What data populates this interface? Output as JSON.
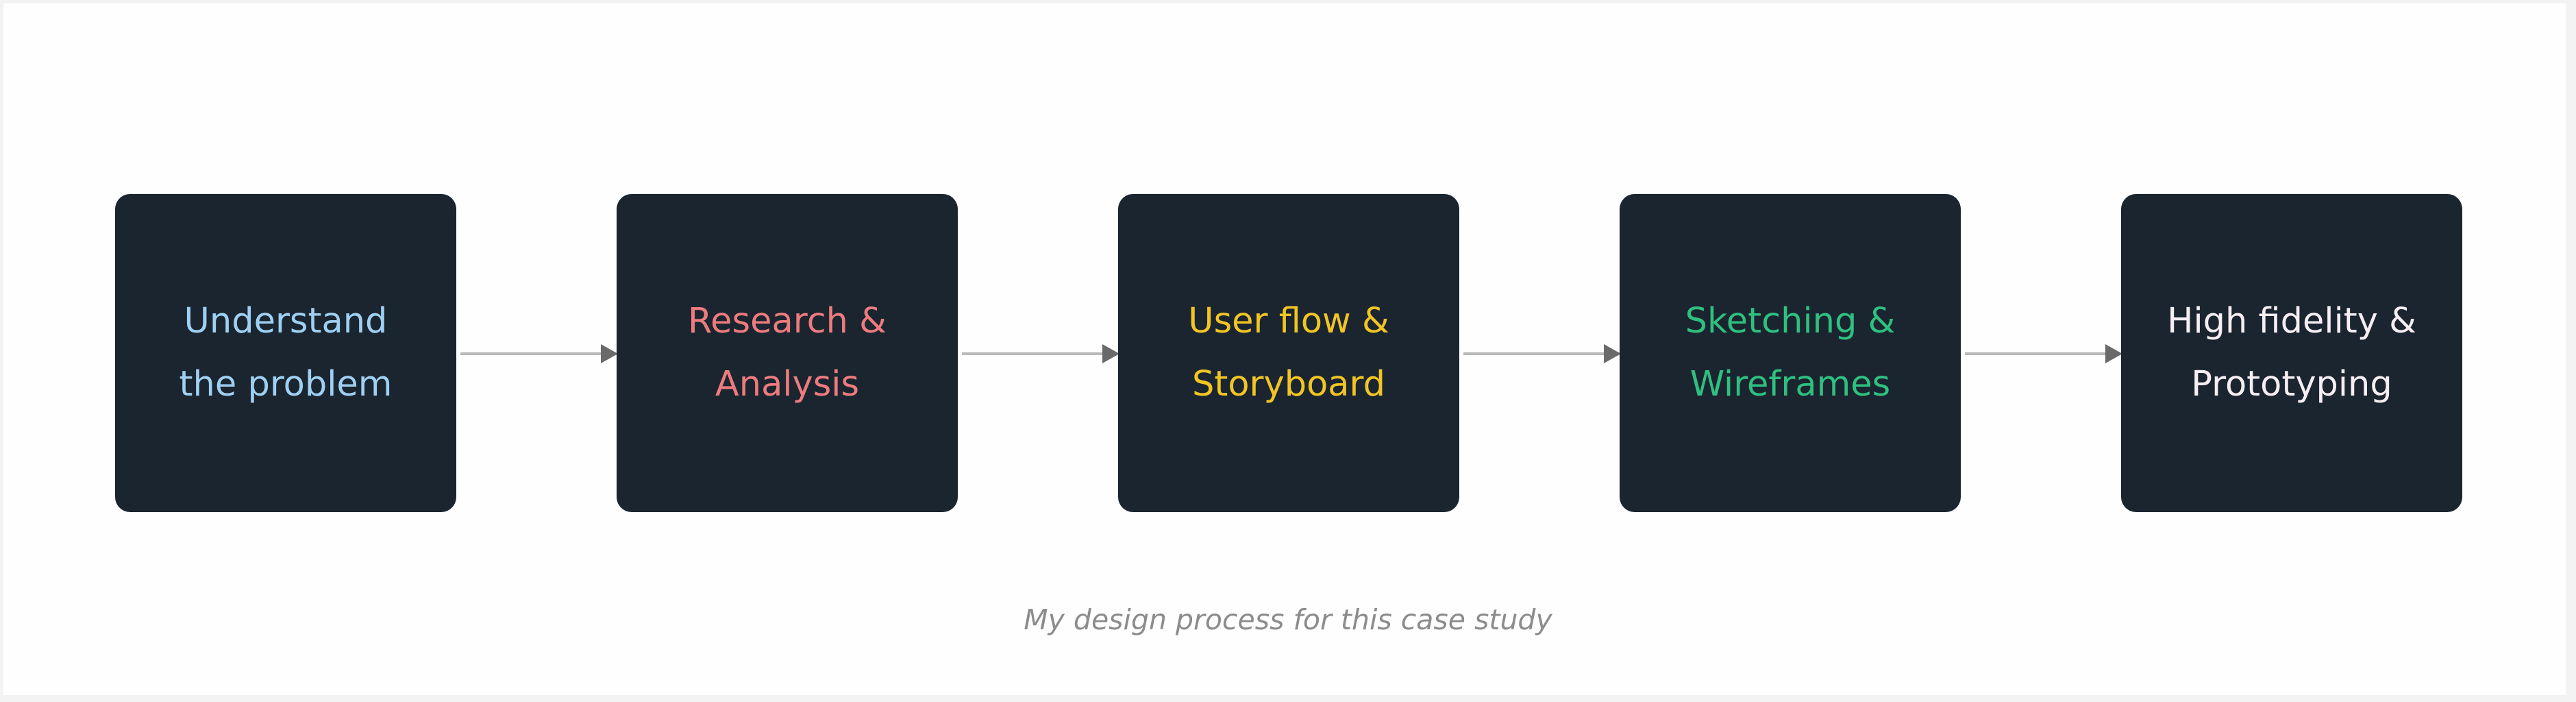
{
  "diagram": {
    "steps": [
      {
        "line1": "Understand",
        "line2": "the problem",
        "color": "#9fd0f3"
      },
      {
        "line1": "Research &",
        "line2": "Analysis",
        "color": "#ee7b7d"
      },
      {
        "line1": "User flow &",
        "line2": "Storyboard",
        "color": "#f2c523"
      },
      {
        "line1": "Sketching &",
        "line2": "Wireframes",
        "color": "#2fc07f"
      },
      {
        "line1": "High fidelity &",
        "line2": "Prototyping",
        "color": "#f6eef2"
      }
    ],
    "box_color": "#1a2530",
    "connector_color": "#6a6a6a",
    "caption": "My design process for this case study"
  }
}
